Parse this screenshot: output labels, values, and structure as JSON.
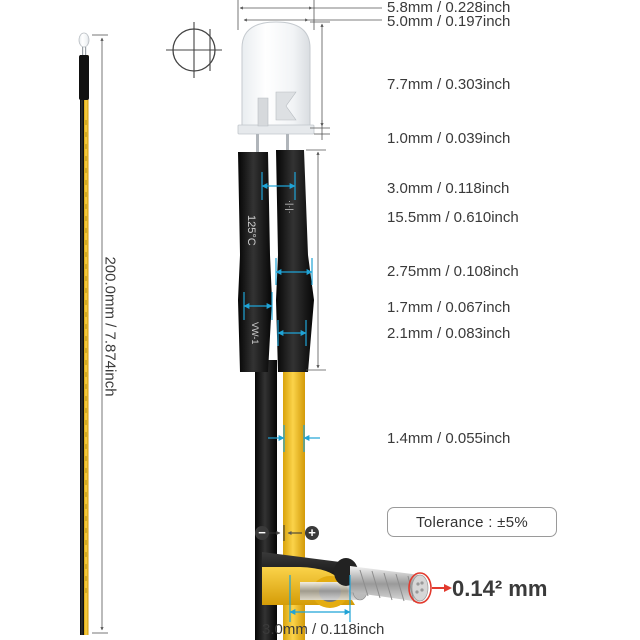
{
  "figure": {
    "dimensions": [
      {
        "id": "lens-width",
        "label": "5.8mm / 0.228inch"
      },
      {
        "id": "lens-diameter",
        "label": "5.0mm / 0.197inch"
      },
      {
        "id": "lens-height",
        "label": "7.7mm / 0.303inch"
      },
      {
        "id": "lead-gap",
        "label": "1.0mm / 0.039inch"
      },
      {
        "id": "sleeve-width",
        "label": "3.0mm / 0.118inch"
      },
      {
        "id": "sleeve-length",
        "label": "15.5mm / 0.610inch"
      },
      {
        "id": "sleeve-outer",
        "label": "2.75mm / 0.108inch"
      },
      {
        "id": "sleeve-inner",
        "label": "1.7mm / 0.067inch"
      },
      {
        "id": "sleeve-mid",
        "label": "2.1mm / 0.083inch"
      },
      {
        "id": "wire-diameter",
        "label": "1.4mm / 0.055inch"
      }
    ],
    "total_length": "200.0mm / 7.874inch",
    "tolerance": "Tolerance : ±5%",
    "polarity": {
      "negative": "−",
      "positive": "+"
    },
    "wire_gauge": "0.14² mm",
    "cable_diameter": "3.0mm / 0.118inch",
    "colors": {
      "wire_black": "#151515",
      "wire_yellow": "#f5c21b",
      "dimension_line": "#555555",
      "accent_arrow": "#1fa3d6",
      "gauge_arrow": "#e23a2e"
    }
  }
}
